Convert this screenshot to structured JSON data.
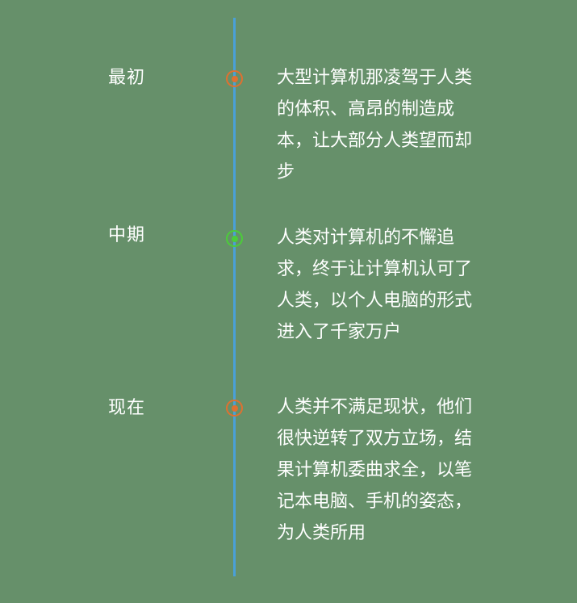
{
  "timeline": {
    "line_color": "#4aa0d8",
    "background_color": "#66906a",
    "events": [
      {
        "label": "最初",
        "marker_color": "#e07030",
        "description": "大型计算机那凌驾于人类的体积、高昂的制造成本，让大部分人类望而却步"
      },
      {
        "label": "中期",
        "marker_color": "#4ccc3a",
        "description": "人类对计算机的不懈追求，终于让计算机认可了人类，以个人电脑的形式进入了千家万户"
      },
      {
        "label": "现在",
        "marker_color": "#e07030",
        "description": "人类并不满足现状，他们很快逆转了双方立场，结果计算机委曲求全，以笔记本电脑、手机的姿态，为人类所用"
      }
    ]
  }
}
